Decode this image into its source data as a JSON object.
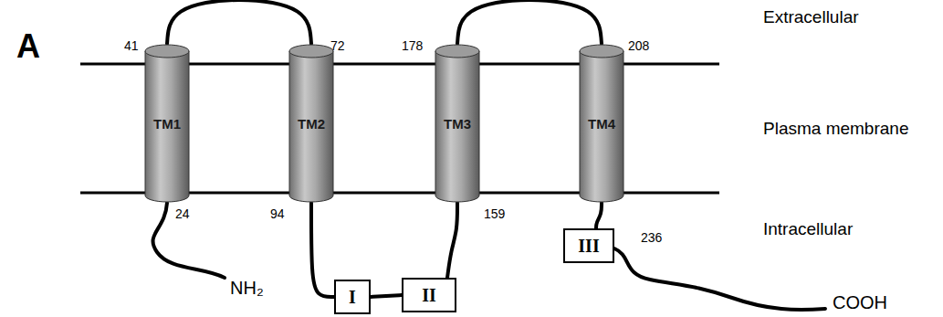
{
  "diagram": {
    "nodes": [
      {
        "text": [
          "TM1"
        ]
      },
      {
        "text": [
          "TM2"
        ]
      },
      {
        "text": [
          "TM3"
        ]
      },
      {
        "text": [
          "TM4"
        ]
      },
      {
        "text": [
          "I"
        ]
      },
      {
        "text": [
          "II"
        ]
      },
      {
        "text": [
          "III"
        ]
      }
    ],
    "edges": [
      {
        "from": 0,
        "to": 1,
        "arrow": "none"
      },
      {
        "from": 1,
        "to": 4,
        "arrow": "none"
      },
      {
        "from": 4,
        "to": 5,
        "arrow": "none"
      },
      {
        "from": 5,
        "to": 2,
        "arrow": "none"
      },
      {
        "from": 2,
        "to": 3,
        "arrow": "none"
      },
      {
        "from": 3,
        "to": 6,
        "arrow": "none"
      }
    ],
    "labels": [
      "A",
      "41",
      "72",
      "178",
      "208",
      "24",
      "94",
      "159",
      "236",
      "Extracellular",
      "Plasma membrane",
      "Intracellular",
      "NH₂",
      "COOH"
    ]
  }
}
